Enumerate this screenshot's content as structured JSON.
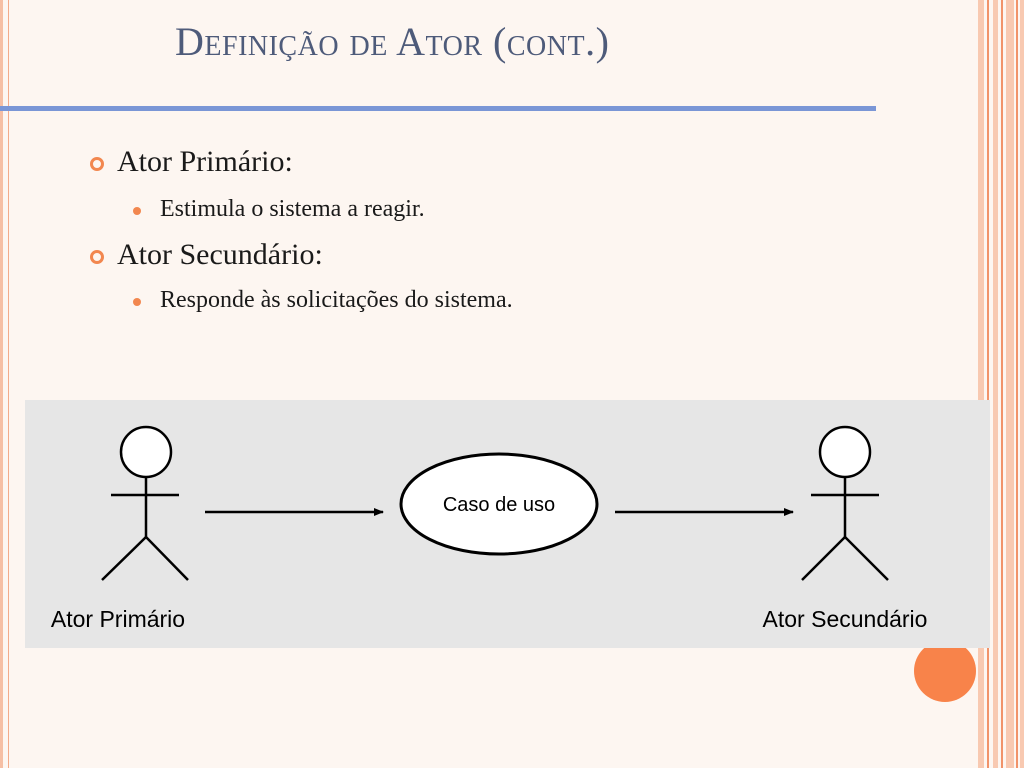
{
  "slide": {
    "title": "Definição de Ator (cont.)"
  },
  "bullets": [
    {
      "label": "Ator Primário:",
      "sub": [
        "Estimula o sistema a reagir."
      ]
    },
    {
      "label": "Ator Secundário:",
      "sub": [
        "Responde às solicitações do sistema."
      ]
    }
  ],
  "diagram": {
    "primary_actor_label": "Ator Primário",
    "use_case_label": "Caso de uso",
    "secondary_actor_label": "Ator Secundário"
  },
  "colors": {
    "background": "#fdf6f1",
    "title": "#4e5b7a",
    "title_rule": "#7a96d6",
    "accent_orange": "#f8834a",
    "panel": "#e6e6e6"
  }
}
